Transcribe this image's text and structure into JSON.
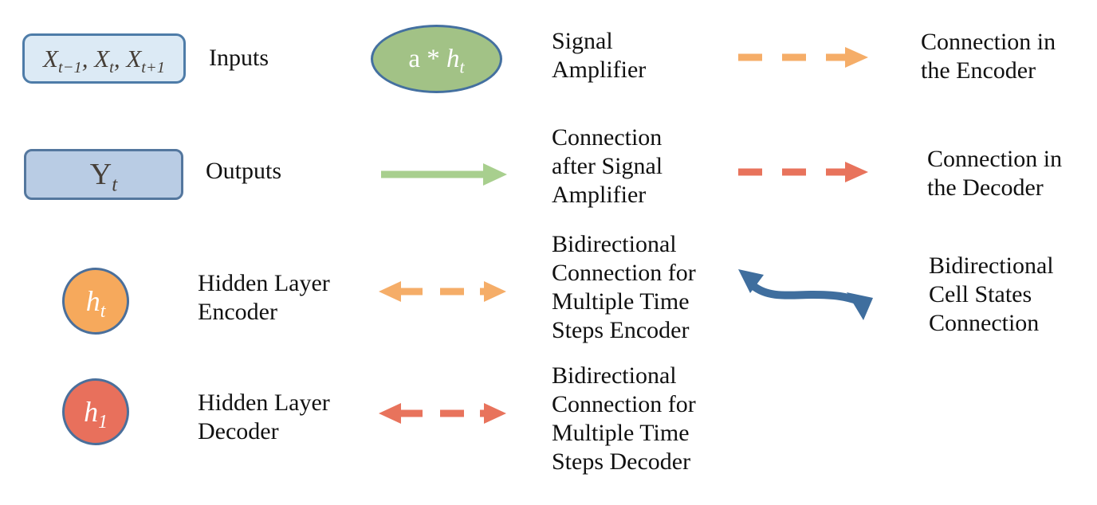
{
  "labels": {
    "inputs": "Inputs",
    "outputs": "Outputs",
    "hidden_encoder": "Hidden Layer\nEncoder",
    "hidden_decoder": "Hidden Layer\nDecoder",
    "signal_amplifier": "Signal\nAmplifier",
    "connection_after_amplifier": "Connection\nafter Signal\nAmplifier",
    "bidi_encoder": "Bidirectional\nConnection for\nMultiple Time\nSteps Encoder",
    "bidi_decoder": "Bidirectional\nConnection for\nMultiple Time\nSteps Decoder",
    "connection_encoder": "Connection in\nthe Encoder",
    "connection_decoder": "Connection in\nthe Decoder",
    "bidi_cell_states": "Bidirectional\nCell States\nConnection"
  },
  "symbols": {
    "inputs": {
      "x1": "X",
      "s1": "t−1",
      "c1": ", ",
      "x2": "X",
      "s2": "t",
      "c2": ", ",
      "x3": "X",
      "s3": "t+1"
    },
    "outputs": {
      "base": "Y",
      "sub": "t"
    },
    "amplifier": {
      "prefix": "a * ",
      "base": "h",
      "sub": "t"
    },
    "hidden_encoder": {
      "base": "h",
      "sub": "t"
    },
    "hidden_decoder": {
      "base": "h",
      "sub": "1"
    }
  },
  "colors": {
    "inputs_fill": "#dceaf5",
    "inputs_border": "#4e7ca8",
    "outputs_fill": "#b9cce4",
    "outputs_border": "#54779e",
    "amplifier_fill": "#a2c286",
    "amplifier_border": "#4470a0",
    "encoder_orange": "#f5ad68",
    "encoder_circle_fill": "#f6a95c",
    "decoder_red": "#e8735c",
    "decoder_circle_fill": "#e8705c",
    "circle_border": "#4a6f9b",
    "green_arrow": "#a8cf8e",
    "blue_arrow": "#3f6e9e",
    "shape_text_dark": "#463f38",
    "shape_text_light": "#ffffff",
    "label_text": "#111111"
  }
}
